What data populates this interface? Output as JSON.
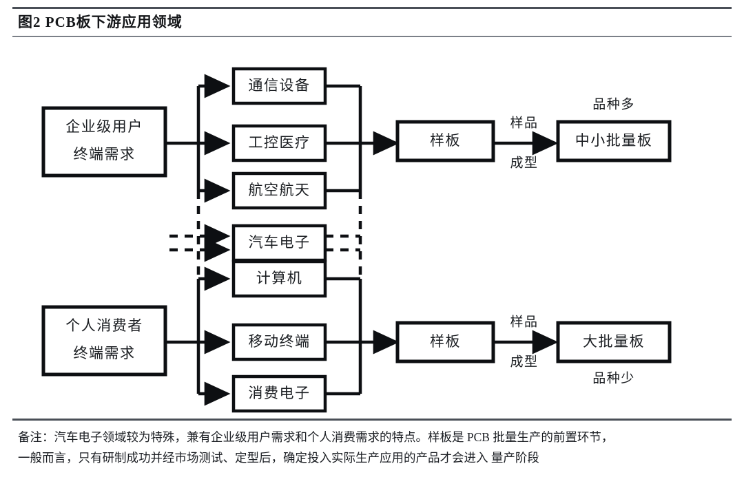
{
  "header": {
    "figure_number": "图2",
    "title": "PCB板下游应用领域",
    "full_title": "图2  PCB板下游应用领域"
  },
  "diagram": {
    "demand_sources": [
      {
        "id": "enterprise",
        "line1": "企业级用户",
        "line2": "终端需求"
      },
      {
        "id": "consumer",
        "line1": "个人消费者",
        "line2": "终端需求"
      }
    ],
    "application_fields": [
      {
        "id": "telecom",
        "label": "通信设备",
        "group": "enterprise"
      },
      {
        "id": "industrial-medical",
        "label": "工控医疗",
        "group": "enterprise"
      },
      {
        "id": "aerospace",
        "label": "航空航天",
        "group": "enterprise"
      },
      {
        "id": "automotive-electronics",
        "label": "汽车电子",
        "group": "shared"
      },
      {
        "id": "computer",
        "label": "计算机",
        "group": "consumer"
      },
      {
        "id": "mobile-terminal",
        "label": "移动终端",
        "group": "consumer"
      },
      {
        "id": "consumer-electronics",
        "label": "消费电子",
        "group": "consumer"
      }
    ],
    "sample_boards": [
      {
        "id": "sample-top",
        "label": "样板"
      },
      {
        "id": "sample-bottom",
        "label": "样板"
      }
    ],
    "process_labels": [
      {
        "id": "process-top",
        "line1": "样品",
        "line2": "成型"
      },
      {
        "id": "process-bottom",
        "line1": "样品",
        "line2": "成型"
      }
    ],
    "outputs": [
      {
        "id": "small-medium-batch",
        "label": "中小批量板",
        "note": "品种多",
        "note_position": "above"
      },
      {
        "id": "large-batch",
        "label": "大批量板",
        "note": "品种少",
        "note_position": "below"
      }
    ]
  },
  "footnote": {
    "line1": "备注：汽车电子领域较为特殊，兼有企业级用户需求和个人消费需求的特点。样板是 PCB 批量生产的前置环节，",
    "line2": "一般而言，只有研制成功并经市场测试、定型后，确定投入实际生产应用的产品才会进入 量产阶段"
  },
  "colors": {
    "background": "#ffffff",
    "ink": "#0d0f12",
    "rule": "#4a4f57",
    "text": "#1a1d21"
  }
}
